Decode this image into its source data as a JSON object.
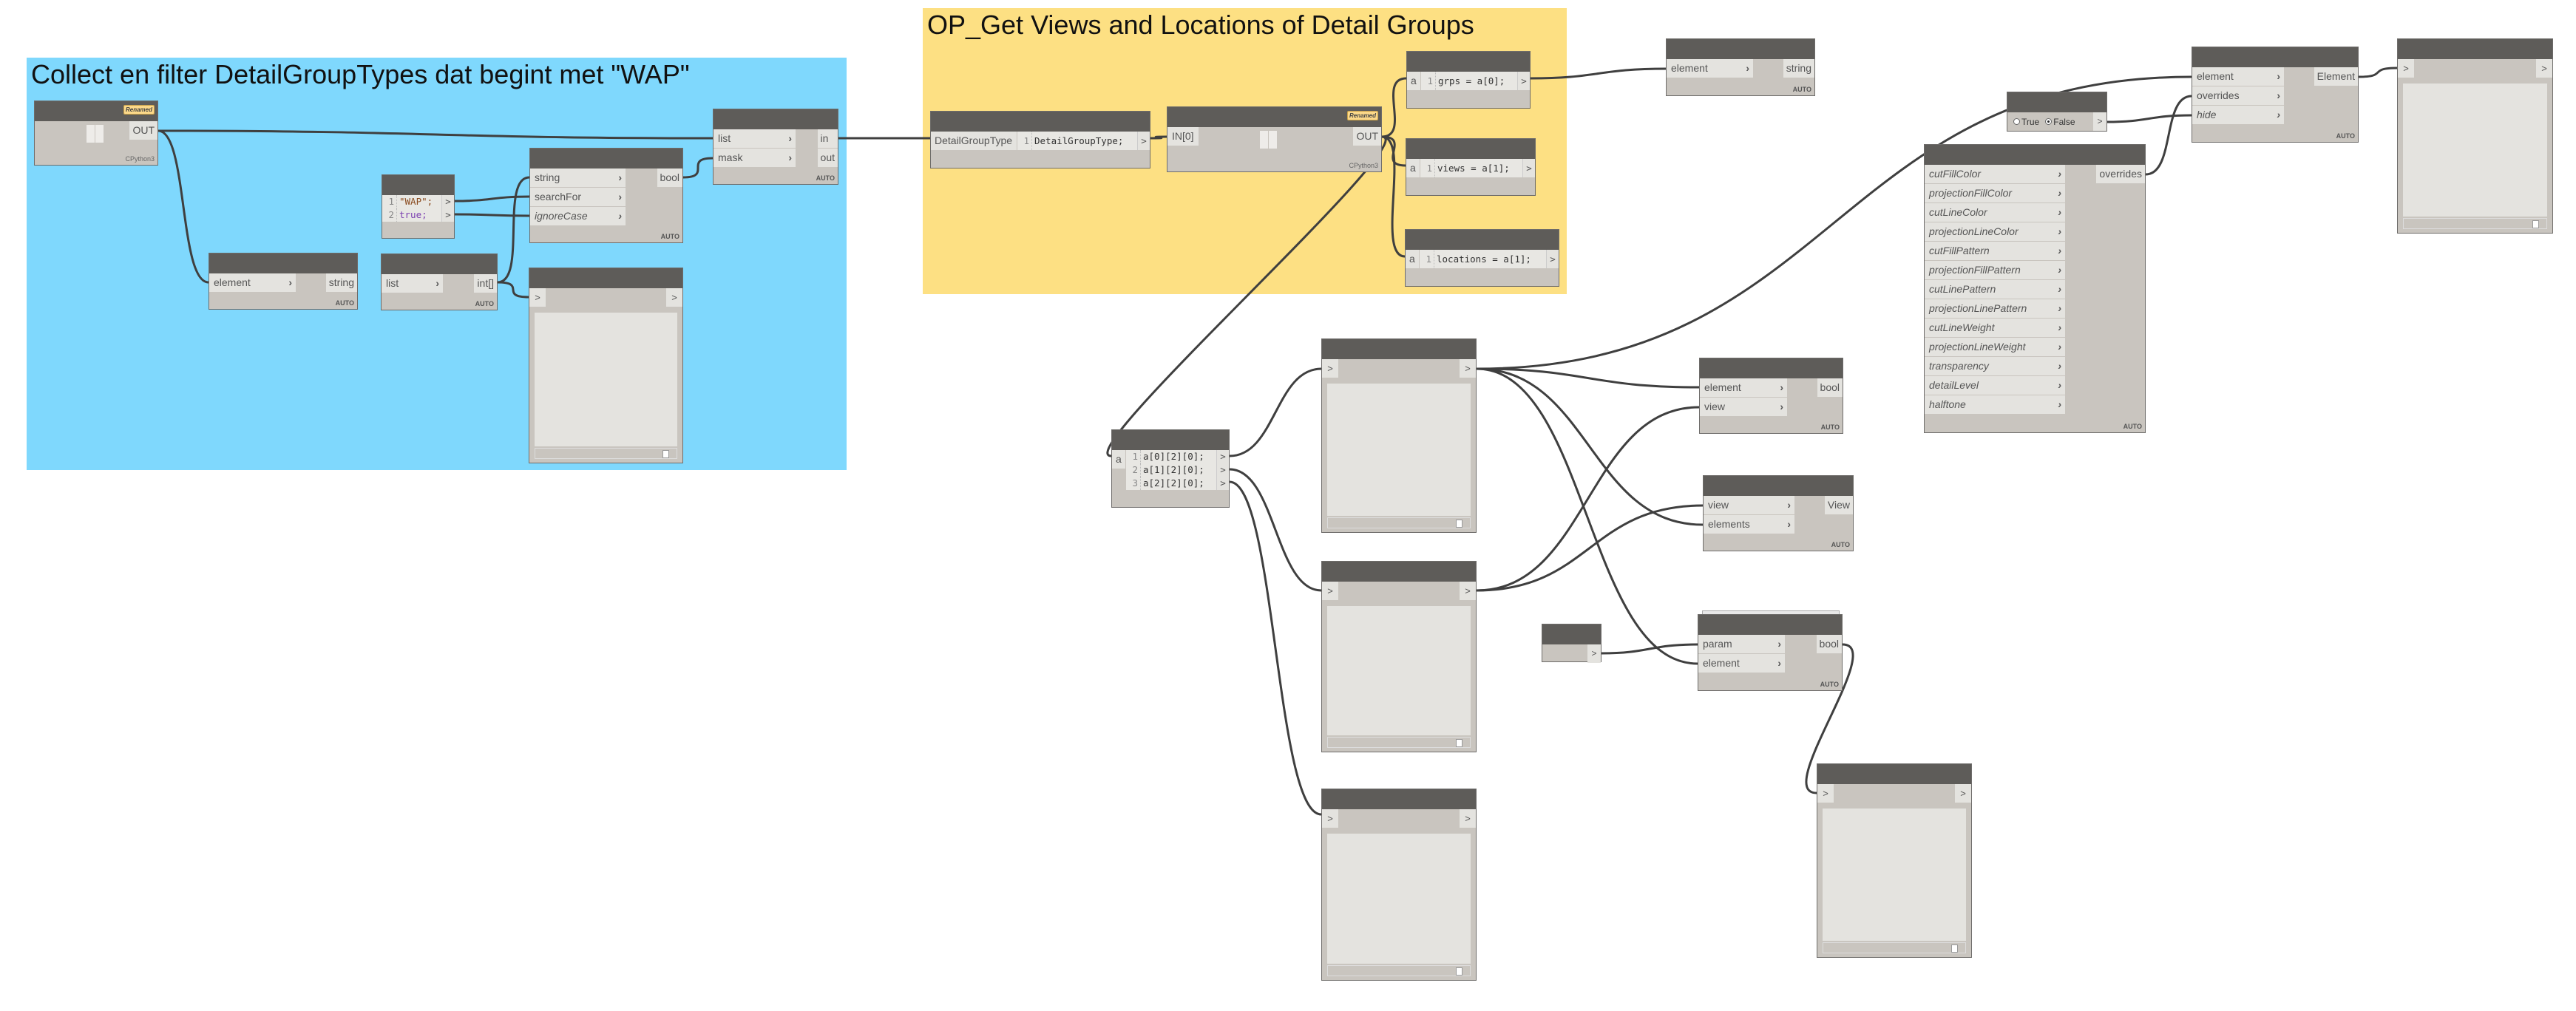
{
  "groups": [
    {
      "title": "Collect en filter DetailGroupTypes dat begint met \"WAP\"",
      "color": "#7fd8fd"
    },
    {
      "title": "OP_Get Views and Locations of Detail Groups",
      "color": "#fde083"
    }
  ],
  "colors": {
    "node_header": "#5e5c59",
    "node_body": "#c9c5bf",
    "port": "#e4e3df",
    "wire": "#3f3f3f",
    "badge": "#fcd98a"
  },
  "nodes": {
    "python1": {
      "badge": "Renamed",
      "inputs": [],
      "outputs": [
        "OUT"
      ],
      "engine": "CPython3"
    },
    "filter": {
      "inputs": [
        "list",
        "mask"
      ],
      "outputs": [
        "in",
        "out"
      ],
      "lacing": "AUTO"
    },
    "contains": {
      "inputs": [
        "string",
        "searchFor",
        "ignoreCase"
      ],
      "outputs": [
        "bool"
      ],
      "lacing": "AUTO"
    },
    "code_wap": {
      "input": "",
      "lines": [
        {
          "n": "1",
          "code": "\"WAP\";"
        },
        {
          "n": "2",
          "code": "true;"
        }
      ]
    },
    "element_name": {
      "inputs": [
        "element"
      ],
      "outputs": [
        "string"
      ],
      "lacing": "AUTO"
    },
    "count": {
      "inputs": [
        "list"
      ],
      "outputs": [
        "int[]"
      ],
      "lacing": "AUTO"
    },
    "watch1": {
      "in": ">",
      "out": ">"
    },
    "code_dgt": {
      "input": "DetailGroupType",
      "lines": [
        {
          "n": "1",
          "code": "DetailGroupType;"
        }
      ]
    },
    "python2": {
      "badge": "Renamed",
      "inputs": [
        "IN[0]"
      ],
      "outputs": [
        "OUT"
      ],
      "engine": "CPython3"
    },
    "code_grps": {
      "input": "a",
      "lines": [
        {
          "n": "1",
          "code": "grps = a[0];"
        }
      ]
    },
    "code_views": {
      "input": "a",
      "lines": [
        {
          "n": "1",
          "code": "views = a[1];"
        }
      ]
    },
    "code_locations": {
      "input": "a",
      "lines": [
        {
          "n": "1",
          "code": "locations = a[1];"
        }
      ]
    },
    "element_name2": {
      "inputs": [
        "element"
      ],
      "outputs": [
        "string"
      ],
      "lacing": "AUTO"
    },
    "code_index": {
      "input": "a",
      "lines": [
        {
          "n": "1",
          "code": "a[0][2][0];"
        },
        {
          "n": "2",
          "code": "a[1][2][0];"
        },
        {
          "n": "3",
          "code": "a[2][2][0];"
        }
      ]
    },
    "watch_a": {
      "in": ">",
      "out": ">"
    },
    "watch_b": {
      "in": ">",
      "out": ">"
    },
    "watch_c": {
      "in": ">",
      "out": ">"
    },
    "visible": {
      "inputs": [
        "element",
        "view"
      ],
      "outputs": [
        "bool"
      ],
      "lacing": "AUTO"
    },
    "view_hide": {
      "inputs": [
        "view",
        "elements"
      ],
      "outputs": [
        "View"
      ],
      "lacing": "AUTO"
    },
    "number": {
      "out": ">"
    },
    "param_node": {
      "inputs": [
        "param",
        "element"
      ],
      "outputs": [
        "bool"
      ],
      "lacing": "AUTO"
    },
    "watch_d": {
      "in": ">",
      "out": ">"
    },
    "boolean": {
      "options": [
        "True",
        "False"
      ],
      "selected": "False",
      "out": ">"
    },
    "set_overrides": {
      "inputs": [
        "element",
        "overrides",
        "hide"
      ],
      "outputs": [
        "Element"
      ],
      "lacing": "AUTO"
    },
    "ogs": {
      "inputs": [
        "cutFillColor",
        "projectionFillColor",
        "cutLineColor",
        "projectionLineColor",
        "cutFillPattern",
        "projectionFillPattern",
        "cutLinePattern",
        "projectionLinePattern",
        "cutLineWeight",
        "projectionLineWeight",
        "transparency",
        "detailLevel",
        "halftone"
      ],
      "outputs": [
        "overrides"
      ],
      "lacing": "AUTO"
    },
    "watch_right": {
      "in": ">",
      "out": ">"
    }
  }
}
